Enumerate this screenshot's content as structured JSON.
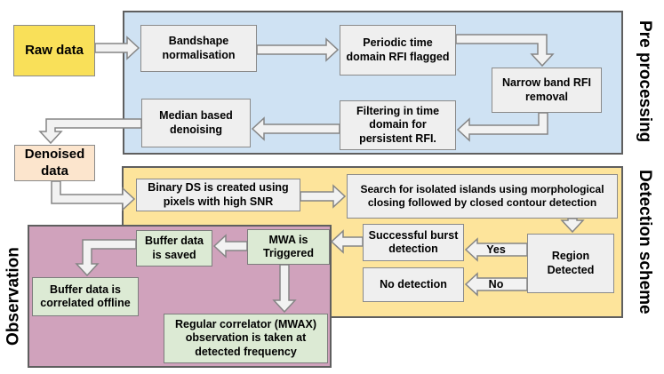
{
  "sections": {
    "pre_processing": "Pre processing",
    "detection_scheme": "Detection scheme",
    "observation": "Observation"
  },
  "nodes": {
    "raw_data": "Raw data",
    "bandshape": "Bandshape normalisation",
    "periodic_rfi": "Periodic time domain RFI flagged",
    "narrowband_rfi": "Narrow band RFI removal",
    "filtering_time": "Filtering in time domain for persistent RFI.",
    "median_denoise": "Median based denoising",
    "denoised_data": "Denoised data",
    "binary_ds": "Binary DS is created using pixels with high SNR",
    "island_search": "Search for isolated islands using morphological closing followed by closed contour detection",
    "region_detected": "Region Detected",
    "successful_burst": "Successful burst detection",
    "no_detection": "No detection",
    "mwa_triggered": "MWA is Triggered",
    "buffer_saved": "Buffer data is saved",
    "buffer_correlated": "Buffer data is correlated offline",
    "regular_correlator": "Regular correlator (MWAX) observation is taken at detected frequency"
  },
  "edge_labels": {
    "yes": "Yes",
    "no": "No"
  },
  "colors": {
    "pre_processing_bg": "#cfe2f3",
    "detection_bg": "#fde49b",
    "observation_bg": "#d0a2bc",
    "process_box_bg": "#efefef",
    "observation_box_bg": "#dcead4",
    "raw_data_bg": "#f9e059",
    "denoised_data_bg": "#fce5cd",
    "arrow_fill": "#f2f2f2",
    "region_border": "#5f5f5f"
  }
}
